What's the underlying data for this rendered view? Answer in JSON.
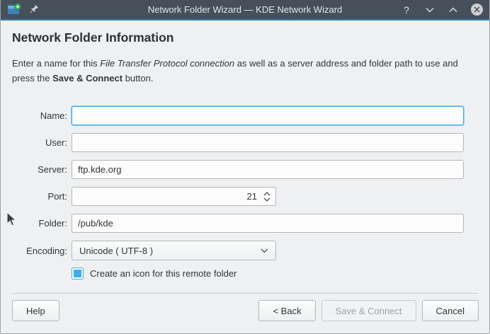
{
  "titlebar": {
    "title": "Network Folder Wizard — KDE Network Wizard",
    "help_glyph": "?",
    "app_icon": "network-folder-add-icon",
    "pin_icon": "pin-icon",
    "accent_color": "#2a7fb8",
    "bg_color": "#474f58"
  },
  "page": {
    "heading": "Network Folder Information",
    "description": {
      "part1": "Enter a name for this ",
      "italic": "File Transfer Protocol connection",
      "part2": " as well as a server address and folder path to use and press the ",
      "bold": "Save & Connect",
      "part3": " button."
    }
  },
  "form": {
    "name": {
      "label": "Name:",
      "value": "",
      "focused": true
    },
    "user": {
      "label": "User:",
      "value": ""
    },
    "server": {
      "label": "Server:",
      "value": "ftp.kde.org"
    },
    "port": {
      "label": "Port:",
      "value": "21"
    },
    "folder": {
      "label": "Folder:",
      "value": "/pub/kde"
    },
    "encoding": {
      "label": "Encoding:",
      "value": "Unicode ( UTF-8 )"
    },
    "create_icon_checkbox": {
      "label": "Create an icon for this remote folder",
      "checked": true
    }
  },
  "buttons": {
    "help": "Help",
    "back": "< Back",
    "save_connect": "Save & Connect",
    "save_connect_enabled": false,
    "cancel": "Cancel"
  },
  "colors": {
    "focus_accent": "#3daee9",
    "window_bg": "#eff0f1",
    "field_bg": "#fcfcfc",
    "text": "#31363b"
  }
}
